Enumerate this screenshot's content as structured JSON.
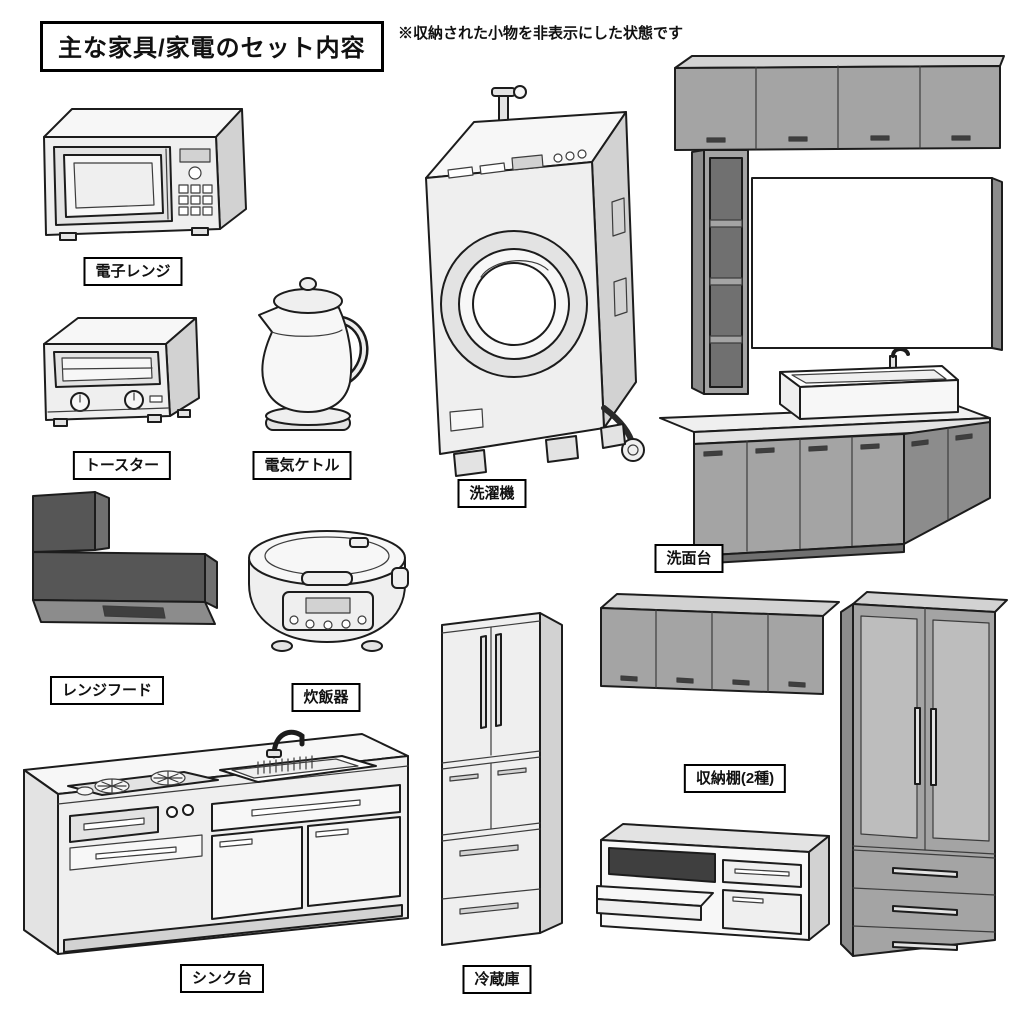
{
  "header": {
    "title": "主な家具/家電のセット内容",
    "note": "※収納された小物を非表示にした状態です"
  },
  "items": {
    "microwave": {
      "label": "電子レンジ"
    },
    "toaster": {
      "label": "トースター"
    },
    "kettle": {
      "label": "電気ケトル"
    },
    "washer": {
      "label": "洗濯機"
    },
    "vanity": {
      "label": "洗面台"
    },
    "range_hood": {
      "label": "レンジフード"
    },
    "rice_cooker": {
      "label": "炊飯器"
    },
    "sink": {
      "label": "シンク台"
    },
    "fridge": {
      "label": "冷蔵庫"
    },
    "shelves": {
      "label": "収納棚(2種)"
    }
  },
  "palette": {
    "ink": "#1c1c1c",
    "dark_gray": "#565656",
    "mid_gray": "#a4a4a4",
    "light_gray": "#efefef"
  }
}
